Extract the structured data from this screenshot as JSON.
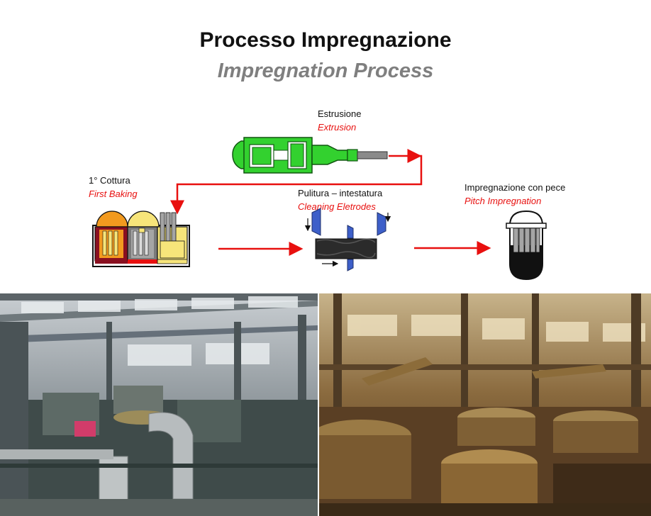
{
  "header": {
    "title": "Processo Impregnazione",
    "subtitle": "Impregnation Process"
  },
  "steps": [
    {
      "id": "extrusion",
      "name": "Estrusione",
      "name_en": "Extrusion"
    },
    {
      "id": "first_baking",
      "name": "1° Cottura",
      "name_en": "First Baking"
    },
    {
      "id": "cleaning",
      "name": "Pulitura – intestatura",
      "name_en": "Cleaning Eletrodes"
    },
    {
      "id": "impregnation",
      "name": "Impregnazione con pece",
      "name_en": "Pitch Impregnation"
    }
  ],
  "colors": {
    "flow_arrow": "#e8100f",
    "extruder": "#33d12f",
    "english_label": "#e8100f",
    "subtitle": "#7f7f7f",
    "kiln_orange": "#f29a1f",
    "kiln_yellow": "#f7e57a",
    "kiln_maroon": "#8a1020",
    "cleaning_blade": "#3d5fc9"
  },
  "photos": [
    {
      "id": "left",
      "icon": "industrial-plant-photo"
    },
    {
      "id": "right",
      "icon": "impregnation-autoclave-photo"
    }
  ]
}
